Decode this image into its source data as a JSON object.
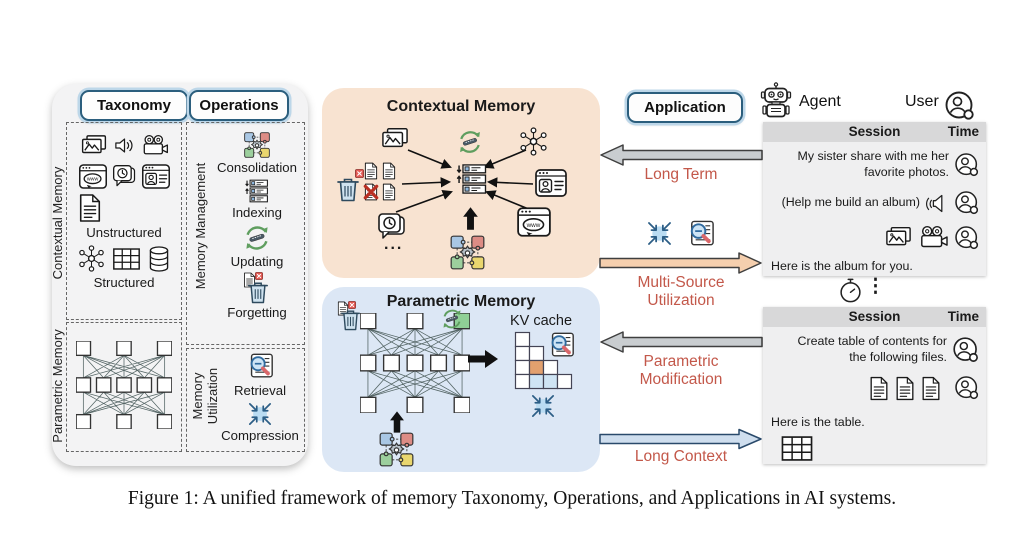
{
  "caption": "Figure 1: A unified framework of memory Taxonomy, Operations, and Applications in AI systems.",
  "left": {
    "taxonomy_button": "Taxonomy",
    "operations_button": "Operations",
    "contextual_label": "Contextual Memory",
    "parametric_label": "Parametric Memory",
    "unstructured_label": "Unstructured",
    "structured_label": "Structured",
    "memory_management_label": "Memory Management",
    "memory_utilization_label": "Memory Utilization",
    "management_items": [
      "Consolidation",
      "Indexing",
      "Updating",
      "Forgetting"
    ],
    "utilization_items": [
      "Retrieval",
      "Compression"
    ]
  },
  "middle": {
    "contextual": {
      "title": "Contextual Memory",
      "ellipsis": "..."
    },
    "parametric": {
      "title": "Parametric Memory",
      "kv_cache_label": "KV cache"
    }
  },
  "application": {
    "button": "Application",
    "long_term": "Long Term",
    "multi_source": "Multi-Source Utilization",
    "parametric_modification": "Parametric Modification",
    "long_context": "Long Context"
  },
  "right": {
    "agent_label": "Agent",
    "user_label": "User",
    "between_dots": "⋮",
    "session1": {
      "header": "Session",
      "time": "Time",
      "messages": [
        {
          "from": "user",
          "text": "My sister share with me her favorite photos."
        },
        {
          "from": "user",
          "text": "(Help me build an album)",
          "icons": [
            "speaker-icon"
          ]
        },
        {
          "from": "user",
          "icons": [
            "picture-icon",
            "video-camera-icon"
          ]
        },
        {
          "from": "agent",
          "text": "Here is the album for you."
        }
      ]
    },
    "session2": {
      "header": "Session",
      "time": "Time",
      "messages": [
        {
          "from": "user",
          "text": "Create table of contents for the following files."
        },
        {
          "from": "user",
          "icons": [
            "file-icon",
            "file-icon",
            "file-icon"
          ]
        },
        {
          "from": "agent",
          "text": "Here is the table.",
          "icons": [
            "table-icon"
          ]
        }
      ]
    }
  },
  "icons": {
    "taxonomy_unstructured": [
      "picture-icon",
      "speaker-icon",
      "video-camera-icon",
      "web-browser-icon",
      "clock-chat-icon",
      "profile-card-icon",
      "document-icon"
    ],
    "taxonomy_structured": [
      "knowledge-graph-icon",
      "table-icon",
      "database-icon"
    ],
    "operations": [
      "consolidation-icon",
      "indexing-icon",
      "updating-icon",
      "forgetting-icon",
      "retrieval-icon",
      "compression-icon"
    ],
    "application_arrow_icons": [
      "compression-icon",
      "retrieval-icon"
    ],
    "right_header": [
      "robot-icon",
      "user-icon"
    ],
    "between_sessions": [
      "timer-icon",
      "vertical-ellipsis"
    ]
  },
  "colors": {
    "contextual_bg": "#f8e3d1",
    "parametric_bg": "#dce7f5",
    "accent_red": "#c3584a",
    "arrow_gray": "#c9cdd0",
    "arrow_peach": "#f5cfae",
    "arrow_blue": "#cfdeee",
    "button_border": "#2b5e7d",
    "kv_highlight_orange": "#e2a06e",
    "kv_highlight_blue": "#cfe4f4",
    "nn_green_node": "#8fd096"
  }
}
